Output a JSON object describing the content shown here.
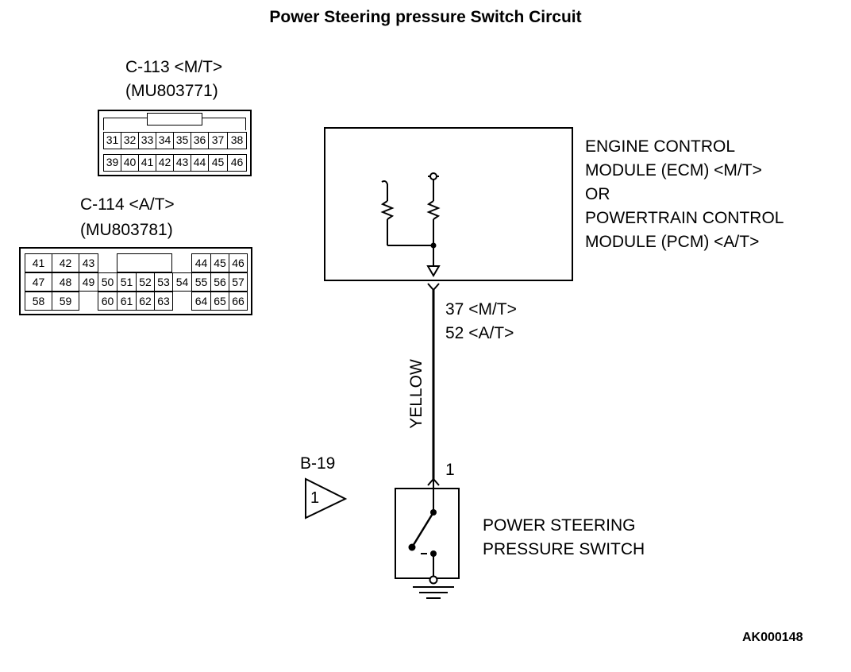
{
  "title": "Power Steering pressure Switch Circuit",
  "connector_c113": {
    "label": "C-113 <M/T>",
    "part": "(MU803771)",
    "rows": [
      [
        "31",
        "32",
        "33",
        "34",
        "35",
        "36",
        "37",
        "38"
      ],
      [
        "39",
        "40",
        "41",
        "42",
        "43",
        "44",
        "45",
        "46"
      ]
    ]
  },
  "connector_c114": {
    "label": "C-114 <A/T>",
    "part": "(MU803781)",
    "row1": [
      "41",
      "42",
      "43",
      "44",
      "45",
      "46"
    ],
    "row2": [
      "47",
      "48",
      "49",
      "50",
      "51",
      "52",
      "53",
      "54",
      "55",
      "56",
      "57"
    ],
    "row3": [
      "58",
      "59",
      "60",
      "61",
      "62",
      "63",
      "64",
      "65",
      "66"
    ]
  },
  "ecm": {
    "line1": "ENGINE CONTROL",
    "line2": "MODULE (ECM) <M/T>",
    "line3": "OR",
    "line4": "POWERTRAIN CONTROL",
    "line5": "MODULE (PCM) <A/T>"
  },
  "wire": {
    "pin_mt": "37 <M/T>",
    "pin_at": "52 <A/T>",
    "color": "YELLOW",
    "switch_pin": "1"
  },
  "b19": {
    "label": "B-19",
    "pin": "1"
  },
  "switch": {
    "line1": "POWER STEERING",
    "line2": "PRESSURE SWITCH"
  },
  "figure_code": "AK000148"
}
